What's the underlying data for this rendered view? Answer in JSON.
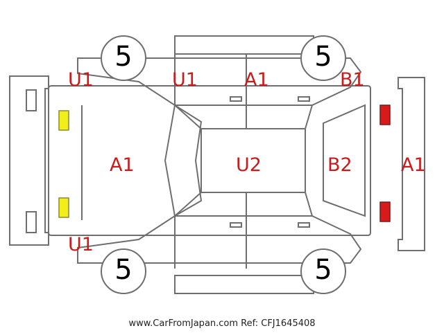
{
  "diagram": {
    "codes": {
      "front_left_top": "U1",
      "front_left_bottom": "U1",
      "front_door_top": "U1",
      "rear_door_top": "A1",
      "rear_quarter_top": "B1",
      "hood": "A1",
      "roof": "U2",
      "rear_window": "B2",
      "rear_bumper": "A1"
    },
    "tires": {
      "front_top": "5",
      "rear_top": "5",
      "front_bottom": "5",
      "rear_bottom": "5"
    },
    "footer": "www.CarFromJapan.com Ref: CFJ1645408"
  },
  "colors": {
    "code_text": "#cc1a1a",
    "outline": "#6e6e6e",
    "front_lamp": "#f2ee1a",
    "rear_lamp": "#d81a1a"
  }
}
